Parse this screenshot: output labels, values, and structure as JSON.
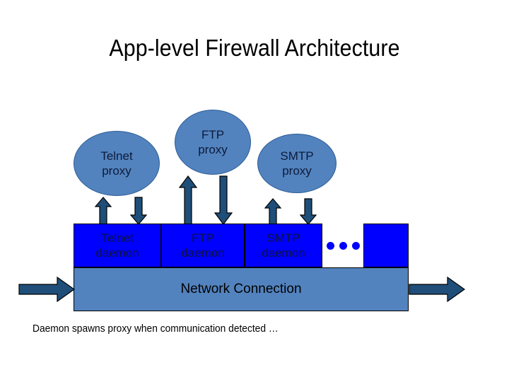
{
  "slide": {
    "title": "App-level Firewall Architecture",
    "caption": "Daemon spawns proxy when communication detected …",
    "background_color": "#ffffff"
  },
  "colors": {
    "proxy_fill": "#5283be",
    "proxy_border": "#2b5d96",
    "proxy_text": "#0d1a3a",
    "daemon_fill": "#0000ff",
    "daemon_border": "#000000",
    "daemon_text": "#0d1240",
    "network_fill": "#5283be",
    "network_text": "#000000",
    "arrow_fill": "#1f4e79",
    "arrow_border": "#000000",
    "title_text": "#000000"
  },
  "proxies": [
    {
      "id": "telnet",
      "line1": "Telnet",
      "line2": "proxy"
    },
    {
      "id": "ftp",
      "line1": "FTP",
      "line2": "proxy"
    },
    {
      "id": "smtp",
      "line1": "SMTP",
      "line2": "proxy"
    }
  ],
  "daemons": [
    {
      "id": "telnet",
      "line1": "Telnet",
      "line2": "daemon"
    },
    {
      "id": "ftp",
      "line1": "FTP",
      "line2": "daemon"
    },
    {
      "id": "smtp",
      "line1": "SMTP",
      "line2": "daemon"
    },
    {
      "id": "extra",
      "line1": "",
      "line2": ""
    }
  ],
  "daemon_ellipsis": {
    "dot_count": 3,
    "meaning": "more daemons"
  },
  "network": {
    "label": "Network Connection"
  },
  "flow_arrows": {
    "inbound_direction": "right",
    "outbound_direction": "right"
  },
  "proxy_daemon_arrows": [
    {
      "proxy": "telnet",
      "up": "spawn-signal-up",
      "down": "traffic-down"
    },
    {
      "proxy": "ftp",
      "up": "spawn-signal-up",
      "down": "traffic-down"
    },
    {
      "proxy": "smtp",
      "up": "spawn-signal-up",
      "down": "traffic-down"
    }
  ]
}
